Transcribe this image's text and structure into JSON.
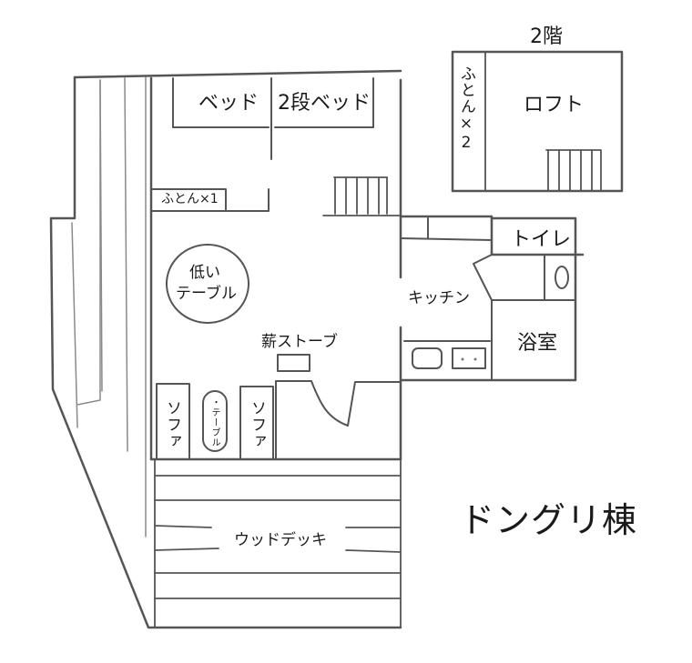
{
  "title": "ドングリ棟",
  "floor2": {
    "label": "2階",
    "loft": "ロフト",
    "futon": "ふとん×2"
  },
  "floor1": {
    "rooms": {
      "bed": "ベッド",
      "bunk_bed": "2段ベッド",
      "futon": "ふとん×1",
      "low_table": [
        "低い",
        "テーブル"
      ],
      "wood_stove": "薪ストーブ",
      "sofa_left": "ソファ",
      "table_small": "・テーブル",
      "sofa_right": "ソファ",
      "kitchen": "キッチン",
      "toilet": "トイレ",
      "bathroom": "浴室",
      "wood_deck": "ウッドデッキ"
    }
  },
  "colors": {
    "line": "#555555",
    "line_light": "#8a8a8a",
    "text": "#1a1a1a",
    "background": "#ffffff"
  }
}
